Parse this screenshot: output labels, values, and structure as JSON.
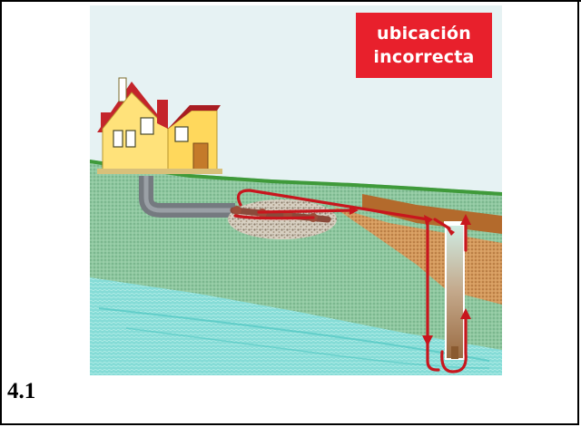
{
  "figure": {
    "label_line_1": "ubicación",
    "label_line_2": "incorrecta",
    "number": "4.1"
  },
  "colors": {
    "label_background": "#e8202c",
    "label_text": "#ffffff",
    "flow_arrow": "#c8161d",
    "sky": "#e6f2f3",
    "soil_green": "#8bc499",
    "soil_brown": "#c9894a",
    "groundwater": "#6ed3d0",
    "house_wall": "#ffe27a",
    "house_roof": "#c4252b"
  }
}
